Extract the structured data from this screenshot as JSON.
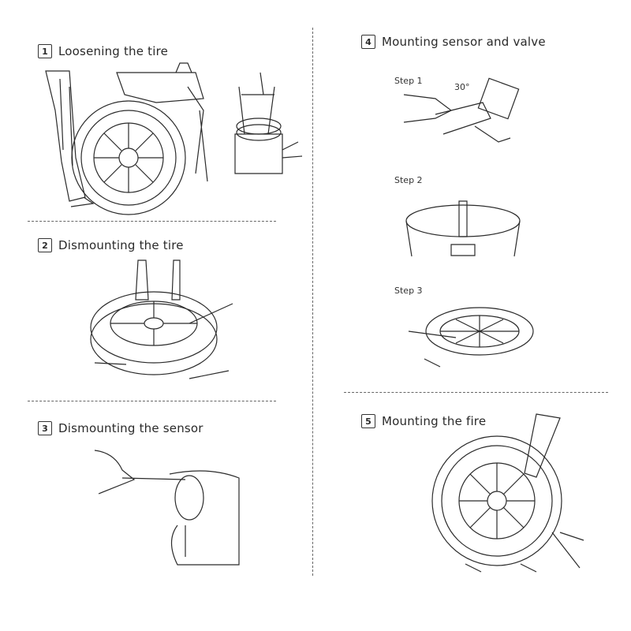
{
  "sections": [
    {
      "badge": "1",
      "title": "Loosening the tire"
    },
    {
      "badge": "2",
      "title": "Dismounting the tire"
    },
    {
      "badge": "3",
      "title": "Dismounting the sensor"
    },
    {
      "badge": "4",
      "title": "Mounting sensor and valve"
    },
    {
      "badge": "5",
      "title": "Mounting the fire"
    }
  ],
  "steps": [
    "Step 1",
    "Step 2",
    "Step 3"
  ],
  "angle_label": "30°",
  "colors": {
    "line": "#2b2b2b",
    "divider": "#666666",
    "background": "#ffffff"
  }
}
